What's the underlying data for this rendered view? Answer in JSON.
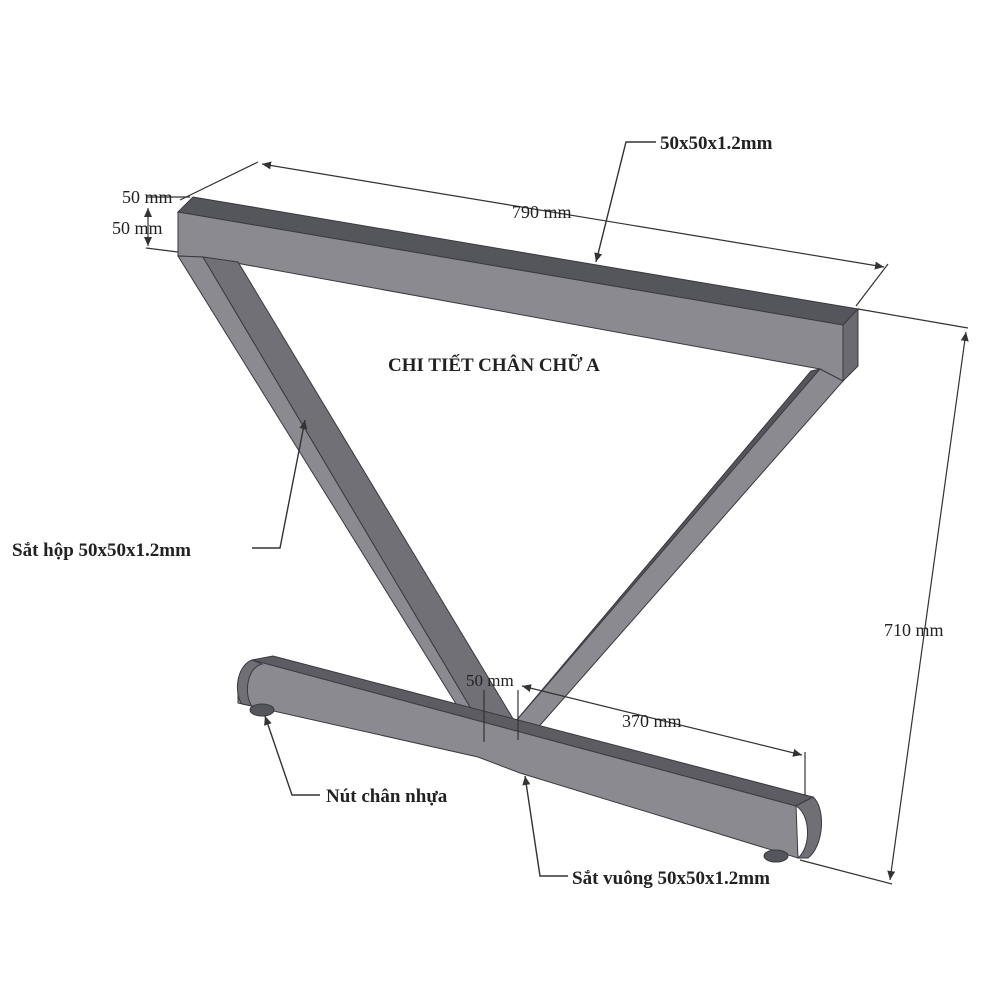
{
  "title": "CHI TIẾT CHÂN CHỮ A",
  "colors": {
    "steel_top": "#55555c",
    "steel_front": "#8a8a90",
    "steel_inner": "#6f6f75",
    "steel_edge": "#3a3a40",
    "background": "#ffffff"
  },
  "dimensions": {
    "top_length": "790 mm",
    "height": "710 mm",
    "base_half_length": "370 mm",
    "tube_width": "50 mm",
    "tube_height": "50 mm",
    "joint_width": "50 mm"
  },
  "callouts": {
    "top_bar_profile": "50x50x1.2mm",
    "leg_tube": "Sắt hộp 50x50x1.2mm",
    "foot_cap": "Nút chân nhựa",
    "base_tube": "Sắt vuông 50x50x1.2mm"
  }
}
